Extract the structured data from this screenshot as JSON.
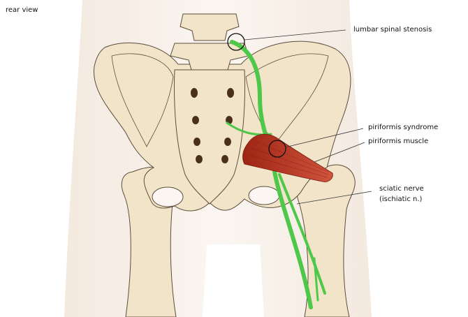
{
  "view_label": "rear view",
  "labels": {
    "lumbar": "lumbar spinal stenosis",
    "piriformis_syndrome": "piriformis syndrome",
    "piriformis_muscle": "piriformis muscle",
    "sciatic_line1": "sciatic nerve",
    "sciatic_line2": "(ischiatic n.)"
  },
  "colors": {
    "skin": "#f7efe6",
    "bone": "#f1e4c8",
    "outline": "#5e4c3c",
    "nerve": "#4fc84a",
    "muscle": "#b5301f",
    "foramen": "#4a2f1c"
  }
}
